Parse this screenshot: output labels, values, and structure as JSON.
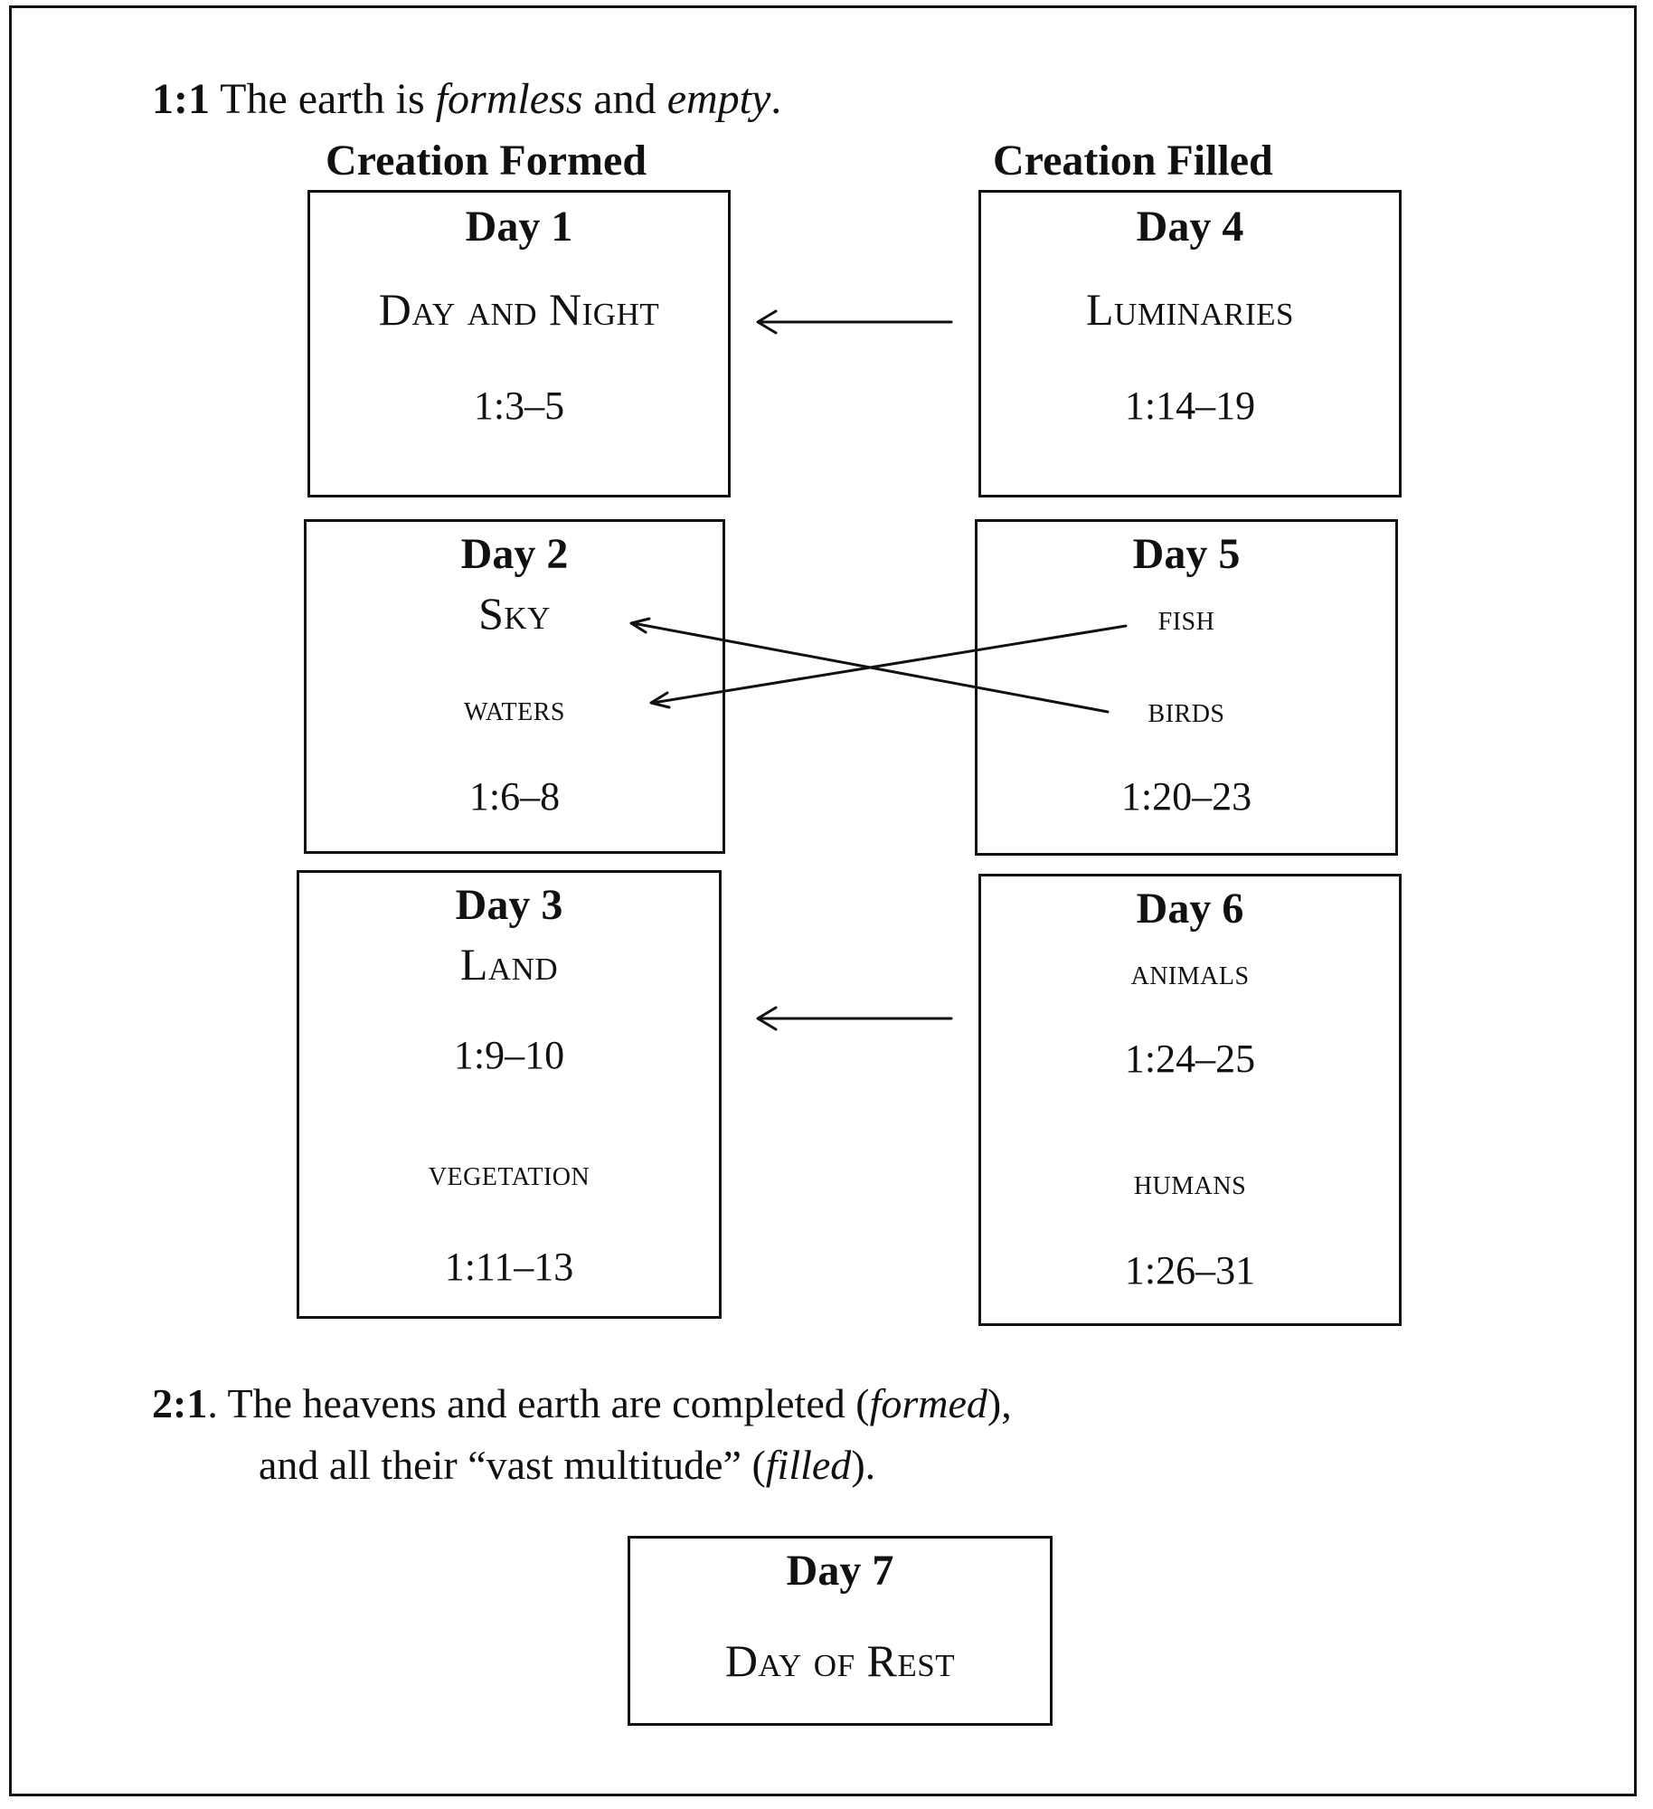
{
  "intro": {
    "ref": "1:1",
    "text_a": " The earth is ",
    "formless": "formless",
    "text_b": " and ",
    "empty": "empty",
    "text_c": "."
  },
  "columns": {
    "formed": "Creation Formed",
    "filled": "Creation Filled"
  },
  "days": {
    "d1": {
      "title": "Day 1",
      "item1": "Day and Night",
      "ref1": "1:3–5"
    },
    "d2": {
      "title": "Day 2",
      "item1": "Sky",
      "item2": "waters",
      "ref1": "1:6–8"
    },
    "d3": {
      "title": "Day 3",
      "item1": "Land",
      "ref1": "1:9–10",
      "item2": "vegetation",
      "ref2": "1:11–13"
    },
    "d4": {
      "title": "Day 4",
      "item1": "Luminaries",
      "ref1": "1:14–19"
    },
    "d5": {
      "title": "Day 5",
      "item1": "fish",
      "item2": "birds",
      "ref1": "1:20–23"
    },
    "d6": {
      "title": "Day 6",
      "item1": "animals",
      "ref1": "1:24–25",
      "item2": "humans",
      "ref2": "1:26–31"
    },
    "d7": {
      "title": "Day 7",
      "item1": "Day of Rest"
    }
  },
  "summary": {
    "ref": "2:1",
    "line1_a": ". The heavens and earth are completed (",
    "formed": "formed",
    "line1_b": "),",
    "line2_a": "and all their “vast multitude” (",
    "filled": "filled",
    "line2_b": ")."
  }
}
